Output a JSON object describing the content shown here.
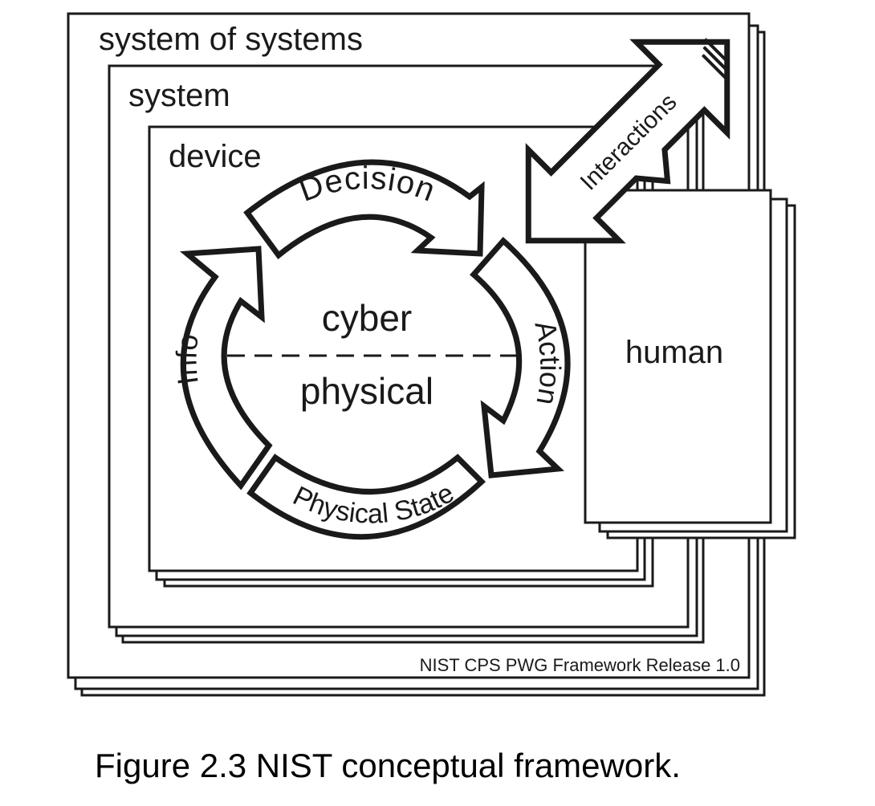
{
  "diagram": {
    "labels": {
      "system_of_systems": "system of systems",
      "system": "system",
      "device": "device",
      "human": "human",
      "cyber": "cyber",
      "physical": "physical",
      "decision": "Decision",
      "action": "Action",
      "physical_state": "Physical State",
      "info": "Info",
      "interactions": "Interactions"
    },
    "credit": "NIST CPS PWG Framework Release 1.0"
  },
  "caption": "Figure 2.3 NIST conceptual framework."
}
